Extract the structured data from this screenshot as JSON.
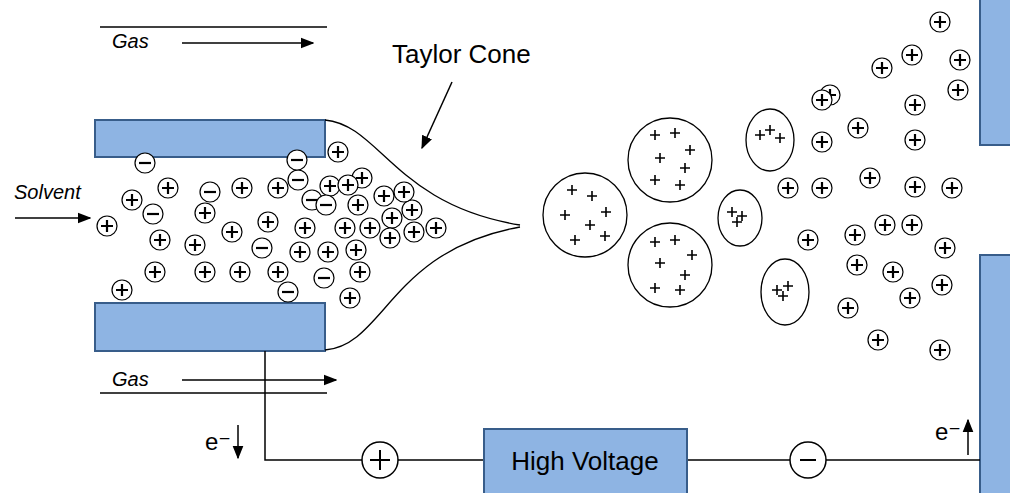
{
  "diagram": {
    "nodes": [
      {
        "text": [
          "High Voltage"
        ]
      }
    ],
    "labels": [
      "Taylor Cone",
      "Gas",
      "Solvent",
      "Gas",
      "e⁻",
      "e⁻"
    ]
  }
}
